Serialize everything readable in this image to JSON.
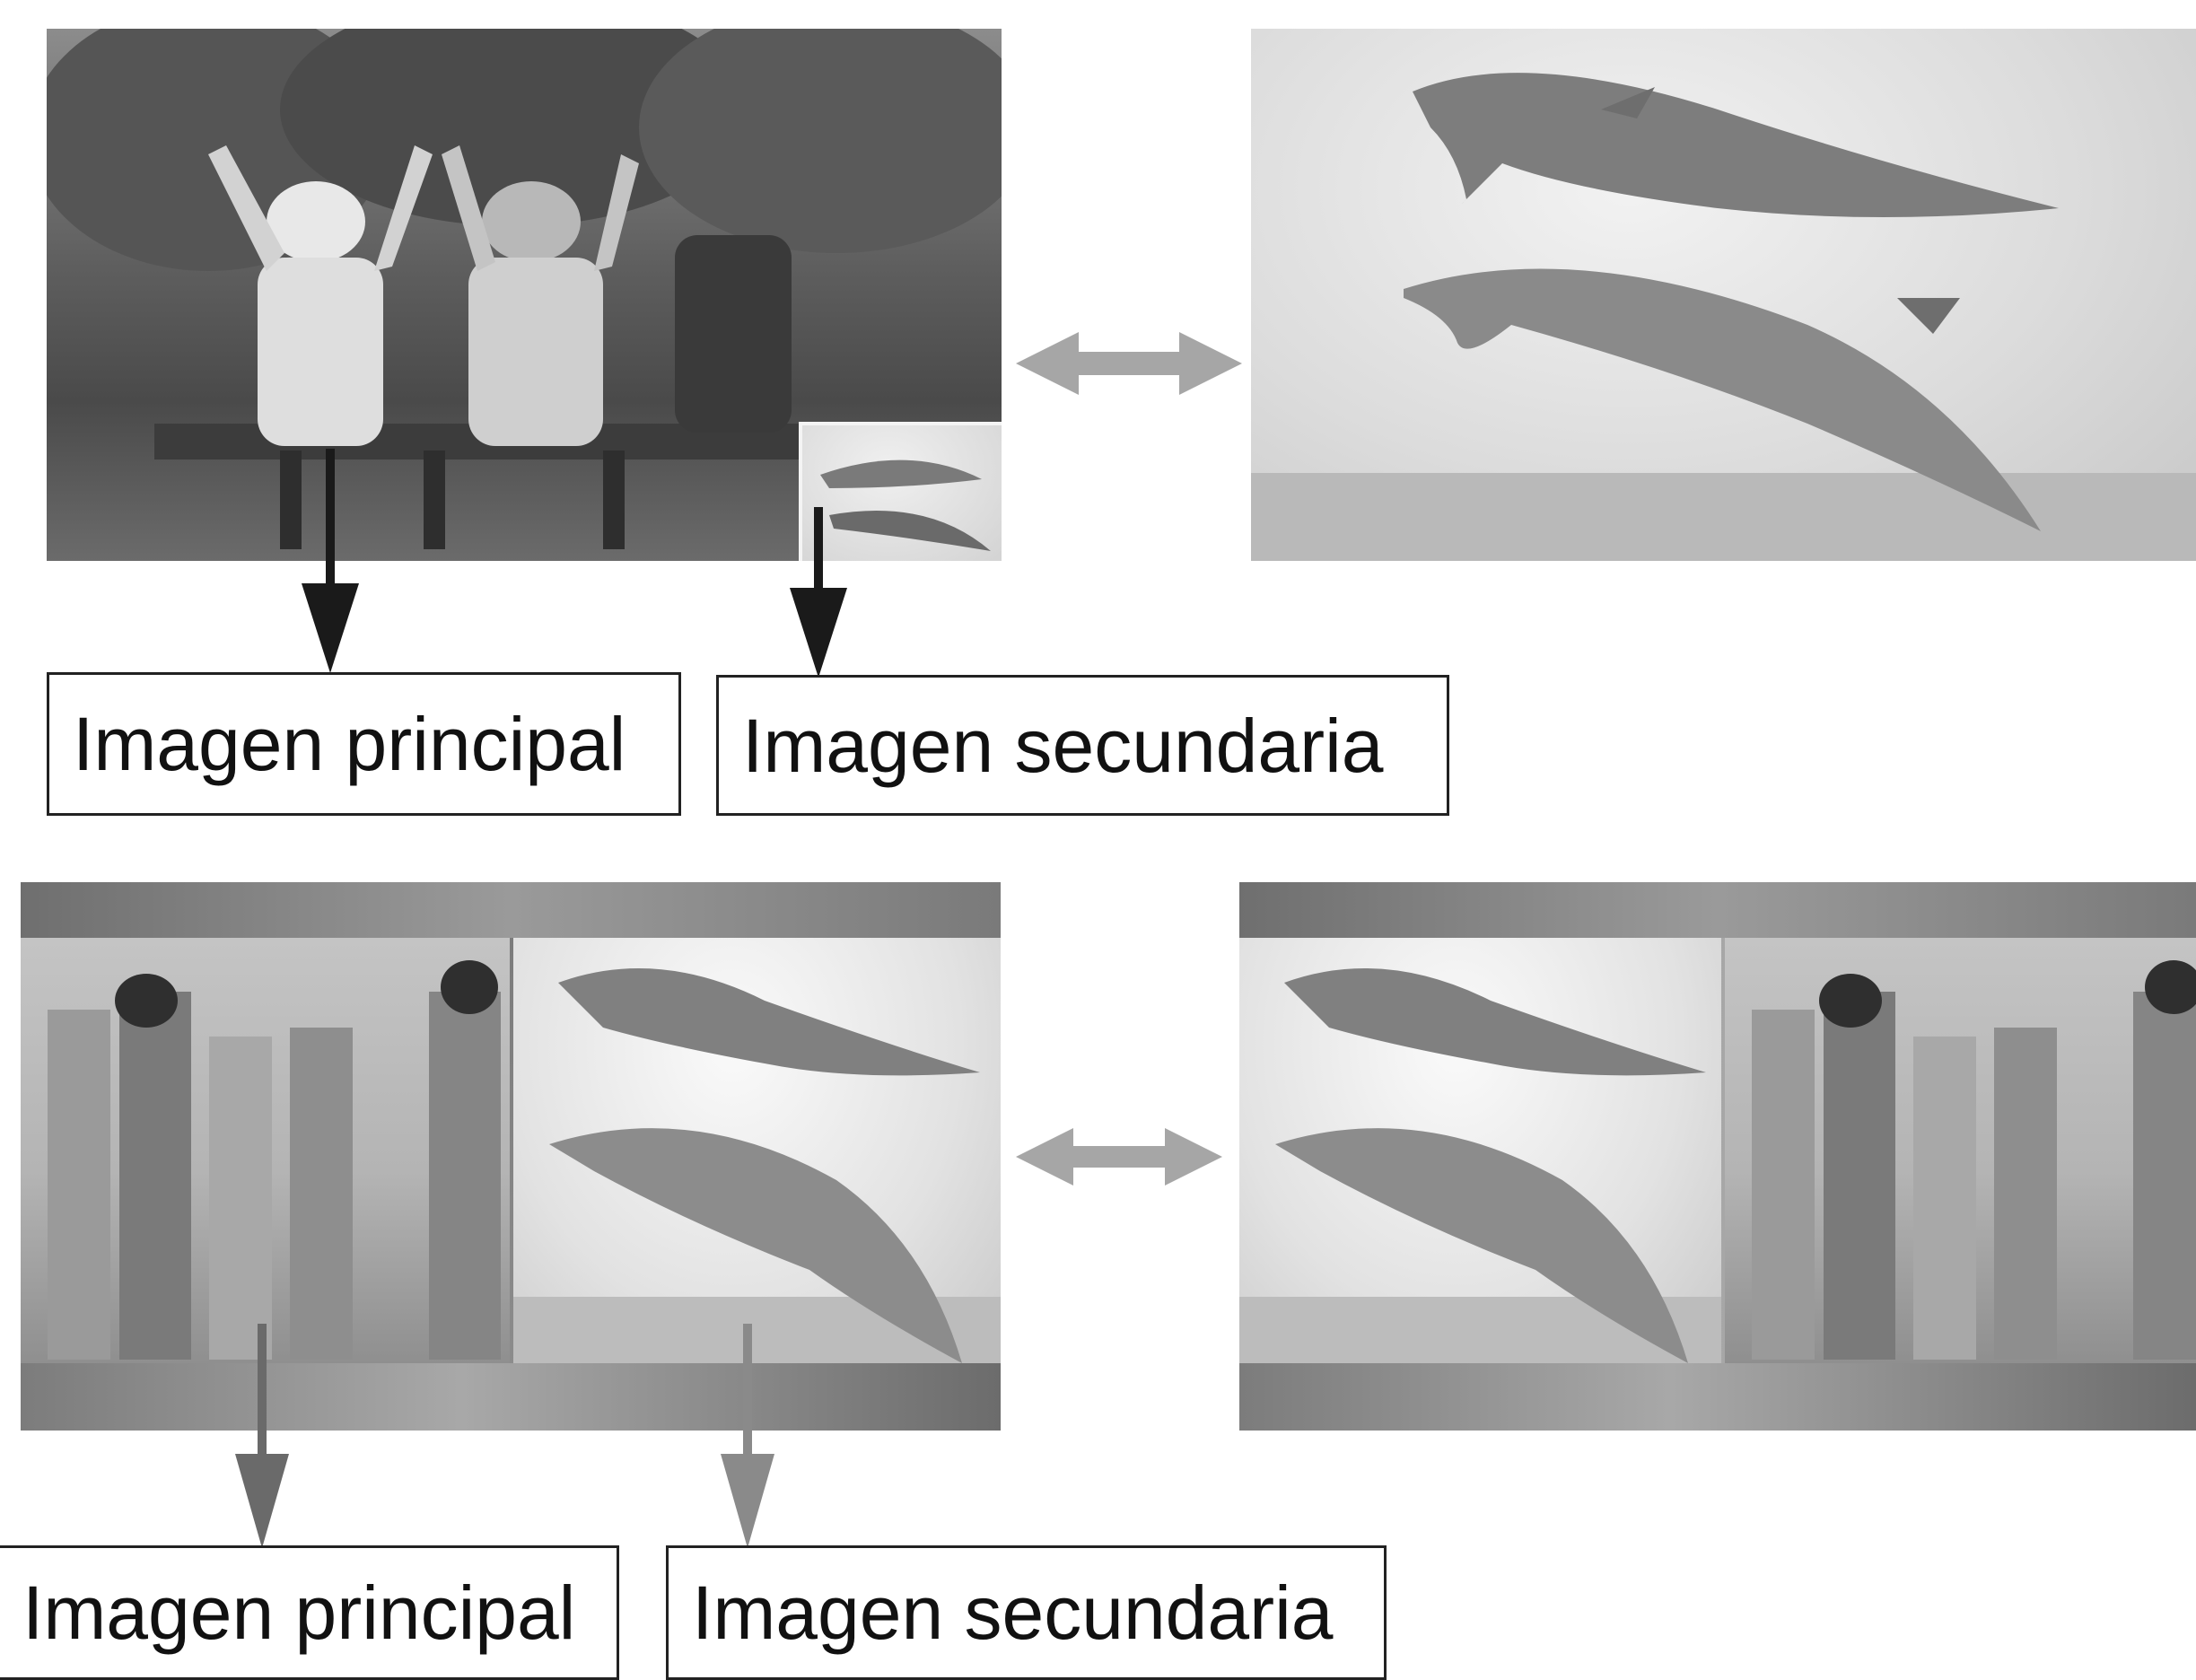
{
  "labels": {
    "main_top": "Imagen principal",
    "secondary_top": "Imagen secundaria",
    "main_bottom": "Imagen principal",
    "secondary_bottom": "Imagen secundaria"
  },
  "colors": {
    "arrow_dark": "#1a1a1a",
    "arrow_gray": "#8a8a8a",
    "swap_arrow": "#a6a6a6"
  },
  "icons": {
    "swap": "double-arrow-icon",
    "pointer": "down-arrow-icon"
  }
}
